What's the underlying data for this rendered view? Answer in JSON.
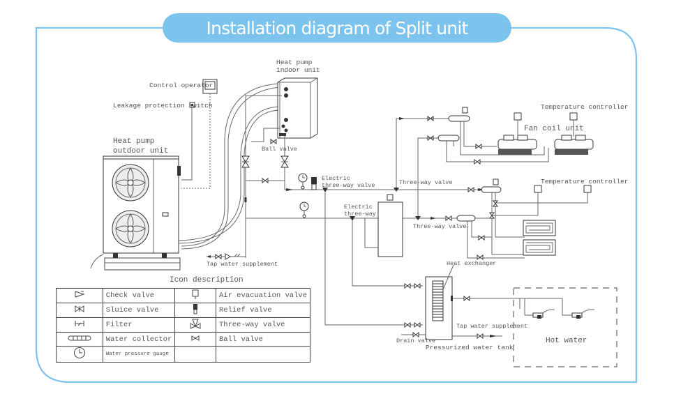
{
  "title": "Installation diagram of Split unit",
  "colors": {
    "frame": "#7cc3ee",
    "title_text": "#ffffff",
    "line": "#555555"
  },
  "labels": {
    "indoor_unit_1": "Heat pump",
    "indoor_unit_2": "indoor unit",
    "control_operator": "Control operator",
    "leakage_switch": "Leakage protection switch",
    "outdoor_unit_1": "Heat pump",
    "outdoor_unit_2": "outdoor unit",
    "ball_valve": "Ball valve",
    "electric_3way_a_1": "Electric",
    "electric_3way_a_2": "three-way valve",
    "electric_3way_b_1": "Electric",
    "electric_3way_b_2": "three-way valve",
    "three_way_valve_top": "Three-way valve",
    "three_way_valve_mid": "Three-way valve",
    "tap_water_supplement_left": "Tap water supplement",
    "temp_controller_top": "Temperature controller",
    "temp_controller_mid": "Temperature controller",
    "fan_coil_unit": "Fan coil unit",
    "heat_exchanger": "Heat exchanger",
    "tap_water_supplement_right": "Tap water supplement",
    "drain_valve": "Drain valve",
    "pressurized_tank": "Pressurized water tank",
    "hot_water": "Hot water"
  },
  "icon_description": {
    "title": "Icon description",
    "rows": [
      {
        "left_icon": "check-valve-icon",
        "left_label": "Check valve",
        "right_icon": "air-evacuation-valve-icon",
        "right_label": "Air evacuation valve"
      },
      {
        "left_icon": "sluice-valve-icon",
        "left_label": "Sluice valve",
        "right_icon": "relief-valve-icon",
        "right_label": "Relief valve"
      },
      {
        "left_icon": "filter-icon",
        "left_label": "Filter",
        "right_icon": "three-way-valve-icon",
        "right_label": "Three-way valve"
      },
      {
        "left_icon": "water-collector-icon",
        "left_label": "Water collector",
        "right_icon": "ball-valve-icon",
        "right_label": "Ball valve"
      },
      {
        "left_icon": "water-pressure-gauge-icon",
        "left_label": "Water pressure gauge",
        "right_icon": "",
        "right_label": ""
      }
    ]
  }
}
